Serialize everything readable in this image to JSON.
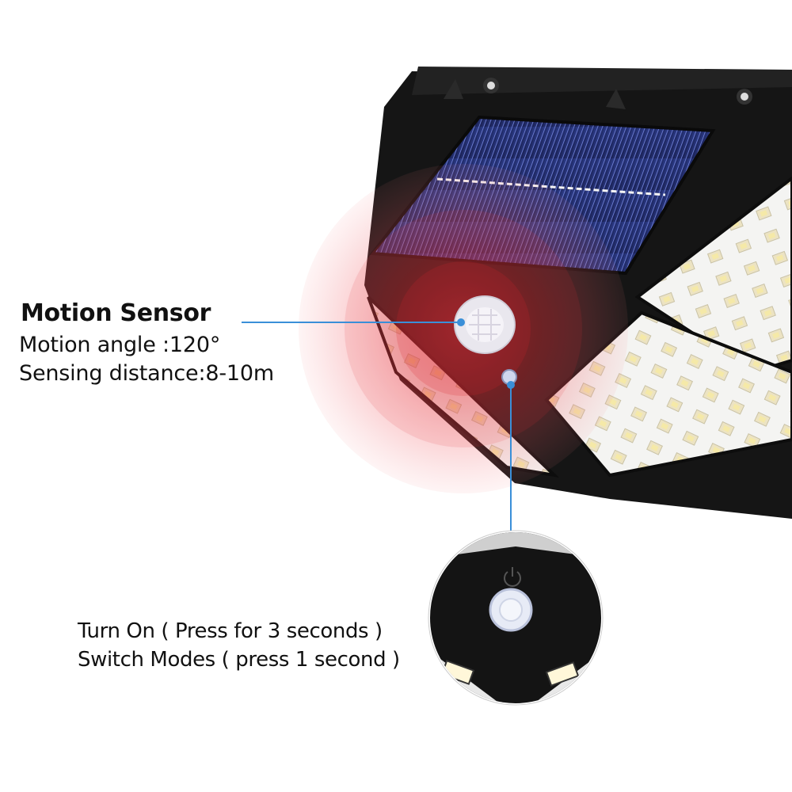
{
  "motion_sensor": {
    "title": "Motion Sensor",
    "angle": "Motion angle :120°",
    "distance": "Sensing distance:8-10m"
  },
  "button_info": {
    "turn_on": "Turn On ( Press for 3 seconds )",
    "switch_modes": "Switch Modes ( press 1 second )"
  },
  "colors": {
    "callout_line": "#3a8fd8",
    "sensor_glow": "#e8343c",
    "housing": "#151515",
    "solar_panel": "#1f2a66"
  }
}
